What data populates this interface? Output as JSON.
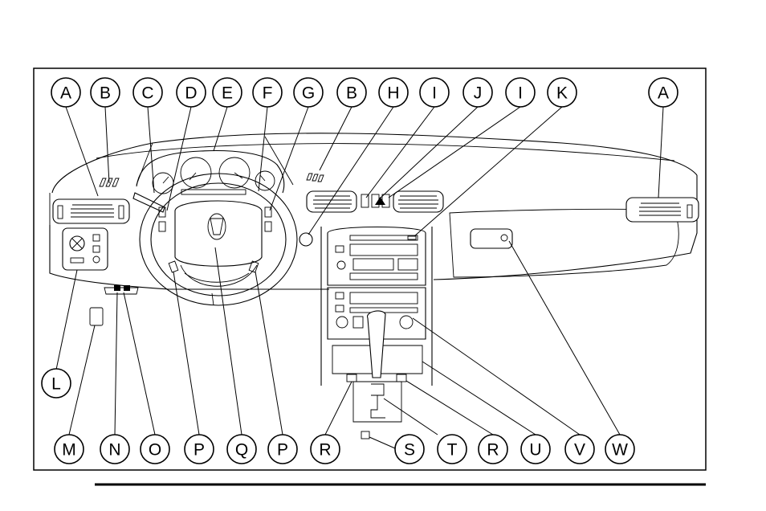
{
  "figure": {
    "colors": {
      "ink": "#000000",
      "paper": "#ffffff"
    },
    "top_callouts": [
      "A",
      "B",
      "C",
      "D",
      "E",
      "F",
      "G",
      "B",
      "H",
      "I",
      "J",
      "I",
      "K",
      "A"
    ],
    "bottom_callouts": [
      "M",
      "N",
      "O",
      "P",
      "Q",
      "P",
      "R",
      "S",
      "T",
      "R",
      "U",
      "V",
      "W"
    ],
    "side_callouts": [
      "L"
    ]
  }
}
